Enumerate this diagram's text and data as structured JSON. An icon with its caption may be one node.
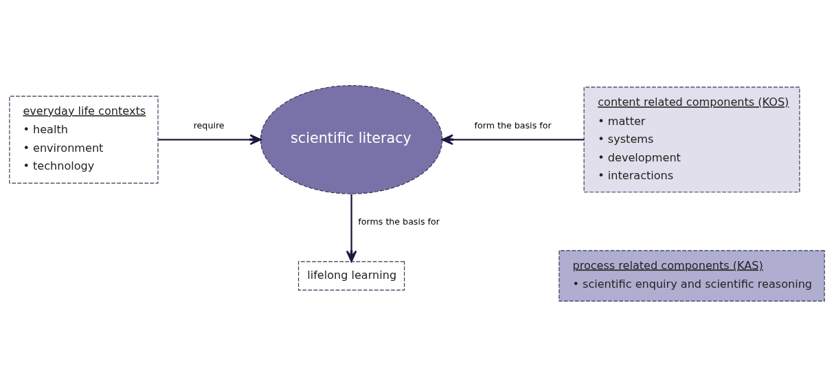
{
  "diagram": {
    "nodes": [
      {
        "text": [
          "everyday life contexts",
          "• health",
          "• environment",
          "• technology"
        ]
      },
      {
        "text": [
          "scientific literacy"
        ]
      },
      {
        "text": [
          "content related components (KOS)",
          "• matter",
          "• systems",
          "• development",
          "• interactions"
        ]
      },
      {
        "text": [
          "process related components (KAS)",
          "• scientific enquiry and scientific reasoning"
        ]
      },
      {
        "text": [
          "lifelong learning"
        ]
      }
    ],
    "edges": [
      {
        "from": 0,
        "to": 1,
        "arrow": "to",
        "label": "require"
      },
      {
        "from": 2,
        "to": 1,
        "arrow": "to",
        "label": "form the basis for"
      },
      {
        "from": 1,
        "to": 4,
        "arrow": "to",
        "label": "forms the basis for"
      }
    ]
  }
}
